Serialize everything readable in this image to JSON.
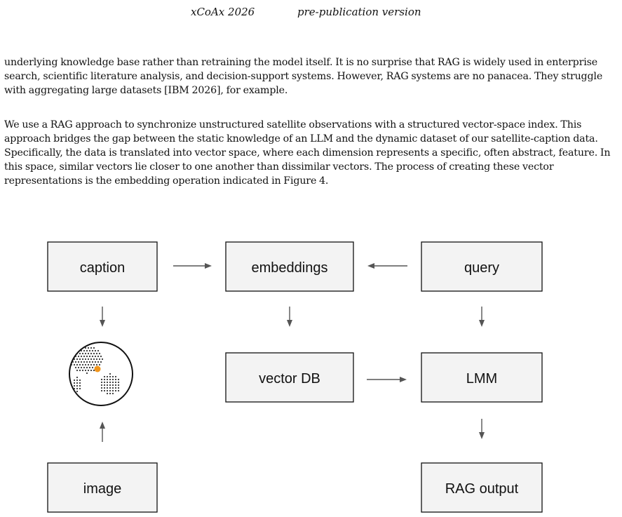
{
  "header": {
    "conference": "xCoAx 2026",
    "version": "pre-publication version"
  },
  "paragraphs": [
    "underlying knowledge base rather than retraining the model itself. It is no surprise that RAG is widely used in enterprise search, scientific literature analysis, and decision-support systems. However, RAG systems are no panacea. They struggle with aggregating large datasets [IBM 2026], for example.",
    "We use a RAG approach to synchronize unstructured satellite observations with a structured vector-space index. This approach bridges the gap between the static knowledge of an LLM and the dynamic dataset of our satellite-caption data. Specifically, the data is translated into vector space, where each dimension represents a specific, often abstract, feature. In this space, similar vectors lie closer to one another than dissimilar vectors. The process of creating these vector representations is the embedding operation indicated in Figure 4."
  ],
  "diagram": {
    "caption": "caption",
    "embeddings": "embeddings",
    "query": "query",
    "vector_db": "vector DB",
    "lmm": "LMM",
    "image": "image",
    "rag_output": "RAG output",
    "accent_color": "#f0961e"
  }
}
